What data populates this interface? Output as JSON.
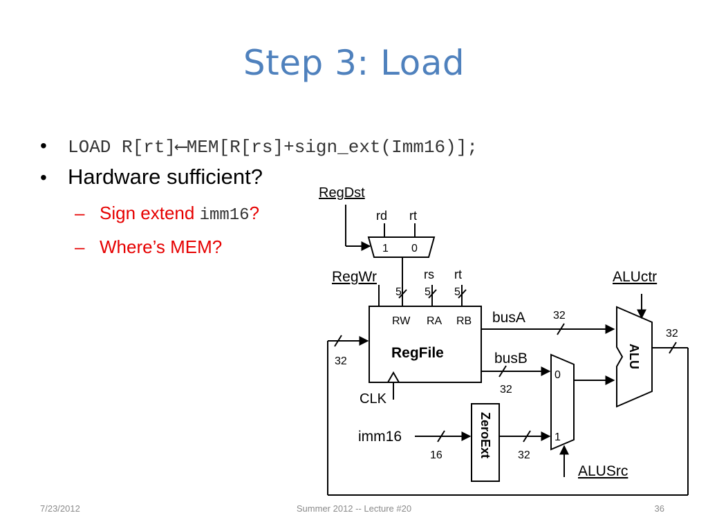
{
  "slide": {
    "title": "Step 3: Load",
    "bullets": [
      {
        "code_before": "LOAD R[rt]",
        "arrow": "⟵",
        "code_after": "MEM[R[rs]+sign_ext(Imm16)];"
      },
      {
        "text": "Hardware sufficient?"
      }
    ],
    "bullet_glyph": "•",
    "sub_bullets": [
      {
        "dash": "–",
        "text": "Sign extend ",
        "code": "imm16",
        "tail": "?"
      },
      {
        "dash": "–",
        "text": "Where’s MEM?"
      }
    ],
    "colors": {
      "title": "#4f81bd",
      "sub_bullets": "#e60000"
    }
  },
  "diagram": {
    "regdst": "RegDst",
    "mux_inputs": {
      "rd": "rd",
      "rt": "rt",
      "sel1": "1",
      "sel0": "0"
    },
    "regwr": "RegWr",
    "rs": "rs",
    "rt": "rt",
    "widths5": [
      "5",
      "5",
      "5"
    ],
    "regfile": {
      "name": "RegFile",
      "ports": [
        "RW",
        "RA",
        "RB"
      ]
    },
    "clk": "CLK",
    "width32_feedback": "32",
    "busA": "busA",
    "busA_width": "32",
    "busB": "busB",
    "busB_width": "32",
    "aluctr": "ALUctr",
    "alu": "ALU",
    "alu_out_width": "32",
    "alusrc_mux": {
      "in0": "0",
      "in1": "1"
    },
    "imm16": "imm16",
    "imm16_width": "16",
    "zeroext": "ZeroExt",
    "zeroext_width": "32",
    "alusrc": "ALUSrc"
  },
  "footer": {
    "date": "7/23/2012",
    "center": "Summer 2012 -- Lecture #20",
    "page": "36"
  }
}
